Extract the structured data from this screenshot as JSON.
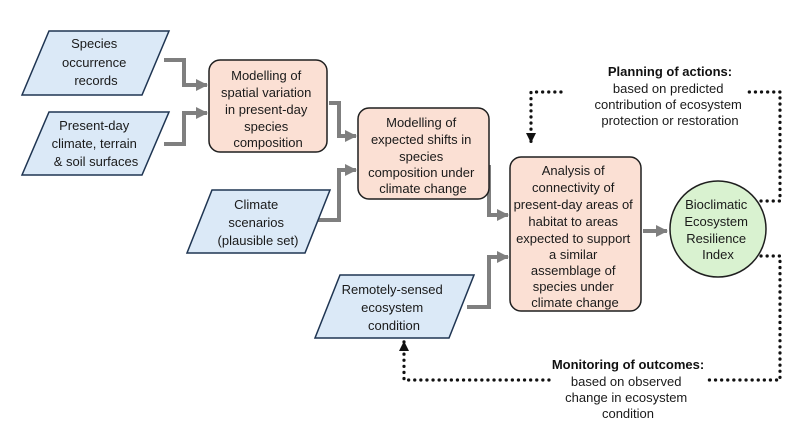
{
  "colors": {
    "input_fill": "#dbe9f7",
    "input_stroke": "#1f3552",
    "process_fill": "#fbe0d4",
    "process_stroke": "#1f1f1f",
    "index_fill": "#d9f2d0",
    "index_stroke": "#1f1f1f",
    "arrow": "#7f7f7f",
    "dotted": "#111111"
  },
  "inputs": {
    "occurrence": [
      "Species",
      "occurrence",
      "records"
    ],
    "surfaces": [
      "Present-day",
      "climate, terrain",
      "& soil surfaces"
    ],
    "climate": [
      "Climate",
      "scenarios",
      "(plausible set)"
    ],
    "remote": [
      "Remotely-sensed",
      "ecosystem",
      "condition"
    ]
  },
  "processes": {
    "spatial": [
      "Modelling of",
      "spatial variation",
      "in present-day",
      "species",
      "composition"
    ],
    "shifts": [
      "Modelling of",
      "expected shifts in",
      "species",
      "composition under",
      "climate change"
    ],
    "connectivity": [
      "Analysis of",
      "connectivity of",
      "present-day areas of",
      "habitat to areas",
      "expected to support",
      "a similar",
      "assemblage of",
      "species under",
      "climate change"
    ]
  },
  "index": [
    "Bioclimatic",
    "Ecosystem",
    "Resilience",
    "Index"
  ],
  "planning": {
    "title": "Planning of actions:",
    "lines": [
      "based on predicted",
      "contribution of ecosystem",
      "protection or restoration"
    ]
  },
  "monitoring": {
    "title": "Monitoring of outcomes:",
    "lines": [
      "based on observed",
      "change in ecosystem",
      "condition"
    ]
  }
}
